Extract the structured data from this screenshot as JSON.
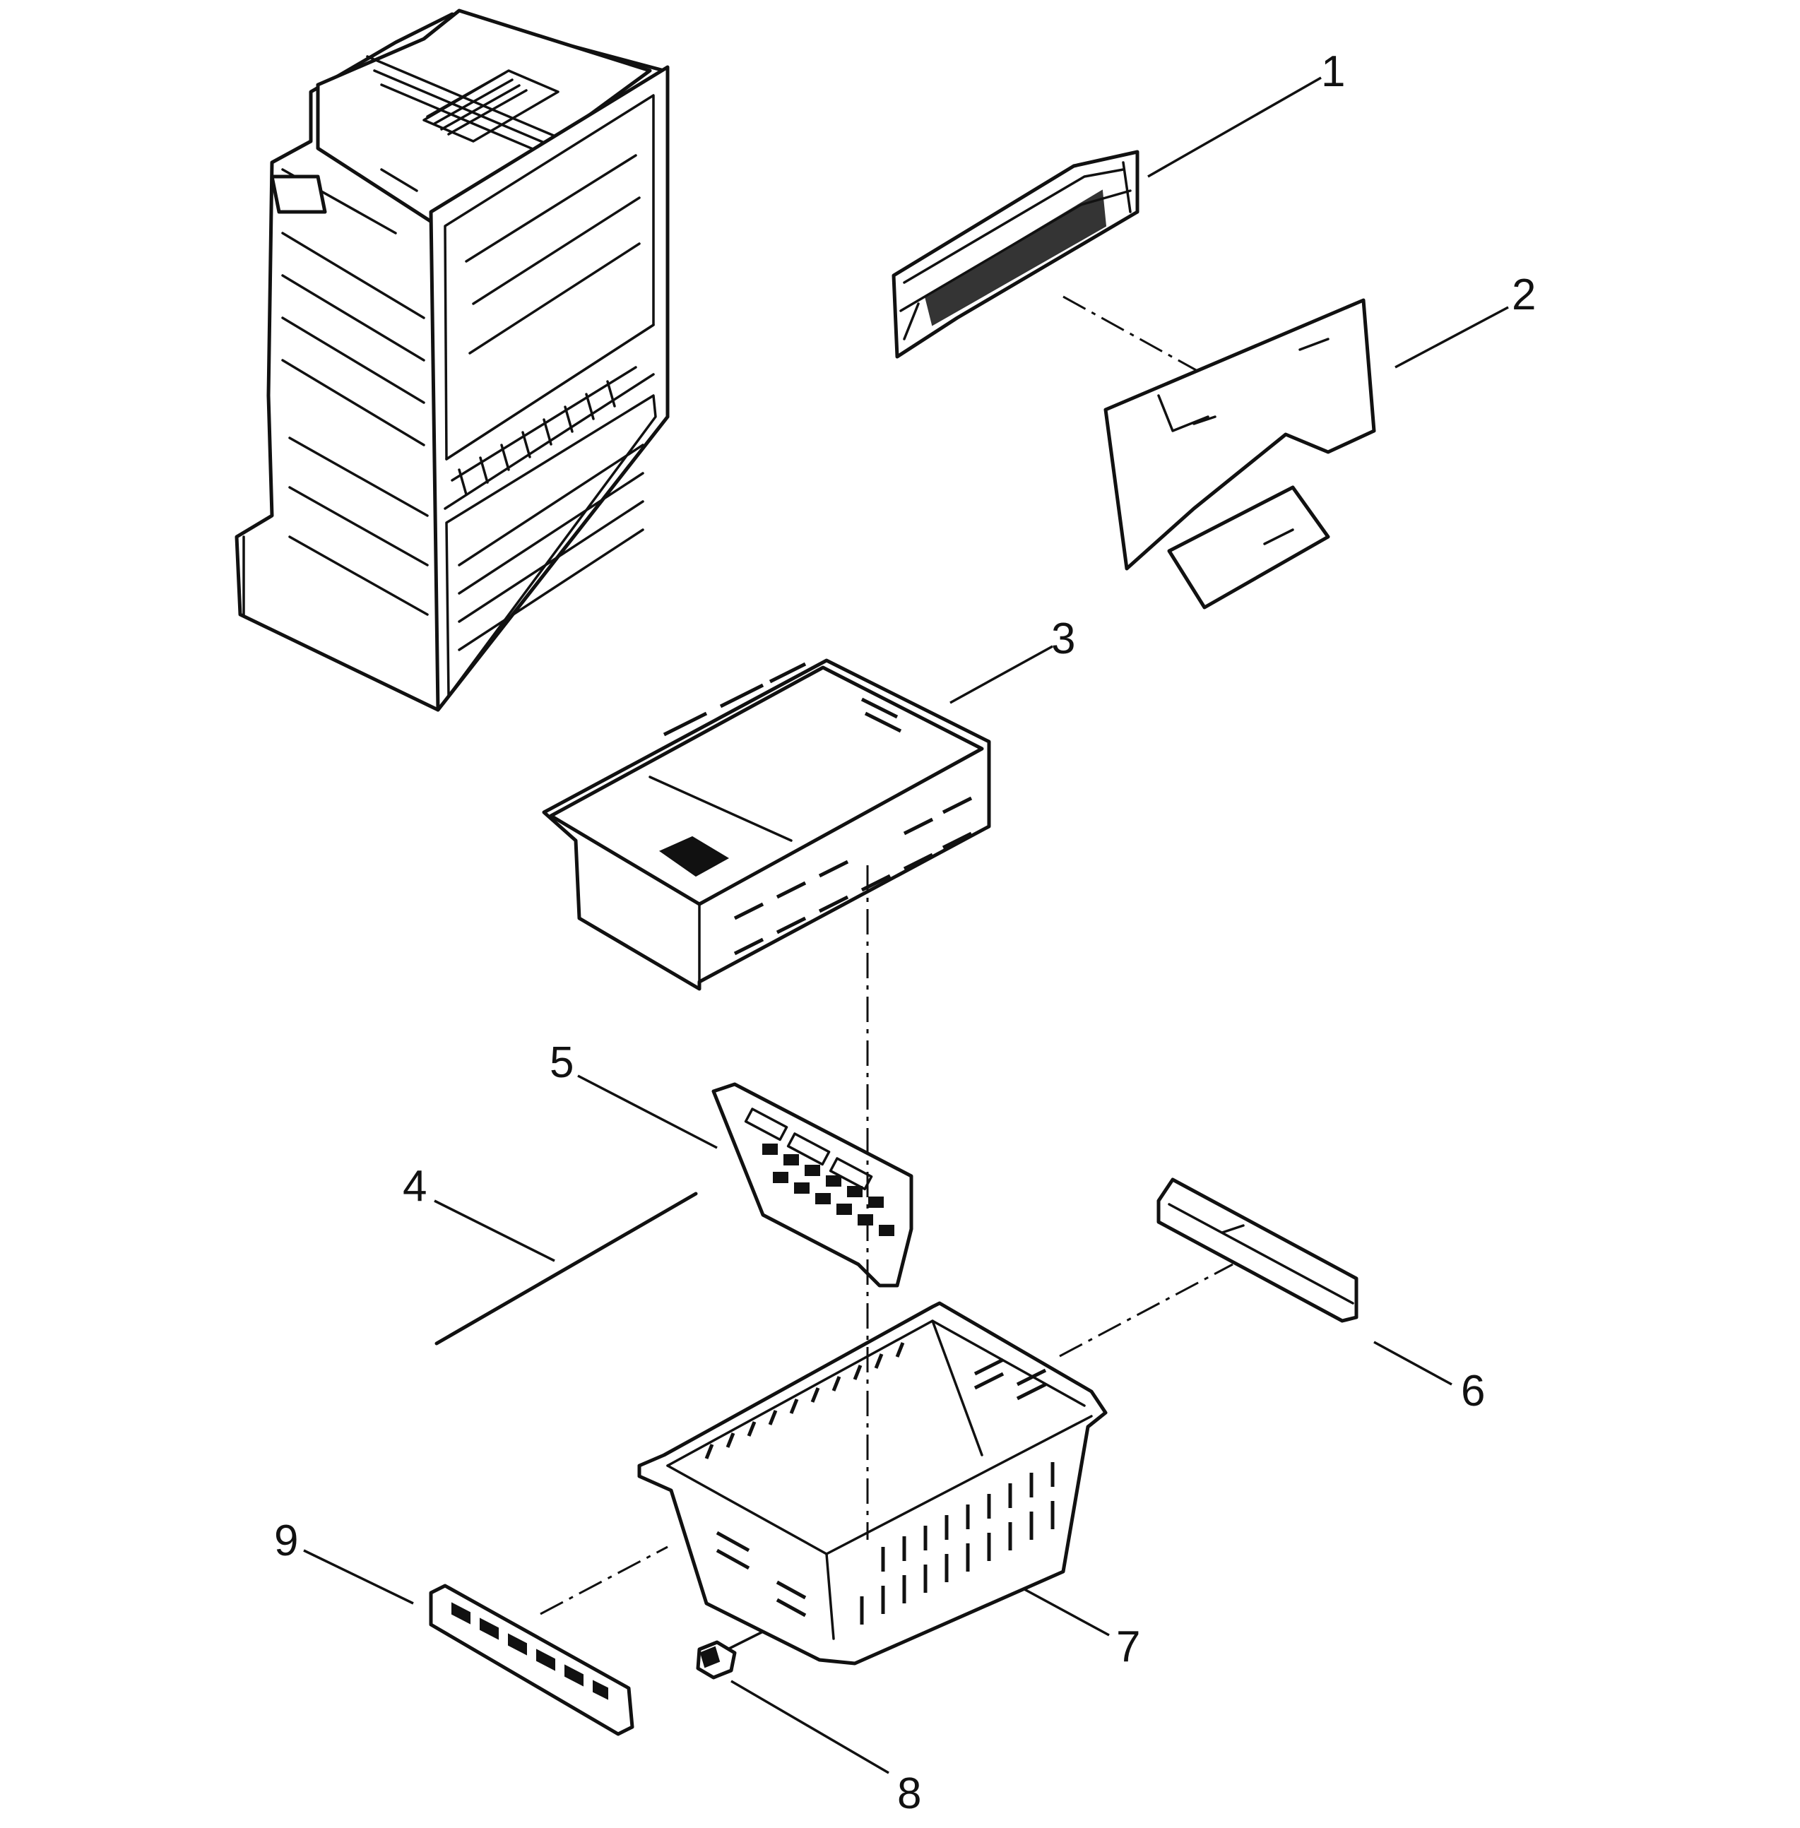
{
  "diagram": {
    "type": "exploded parts diagram",
    "callouts": [
      "1",
      "2",
      "3",
      "4",
      "5",
      "6",
      "7",
      "8",
      "9"
    ],
    "colors": {
      "ink": "#111111",
      "paper": "#ffffff"
    }
  }
}
